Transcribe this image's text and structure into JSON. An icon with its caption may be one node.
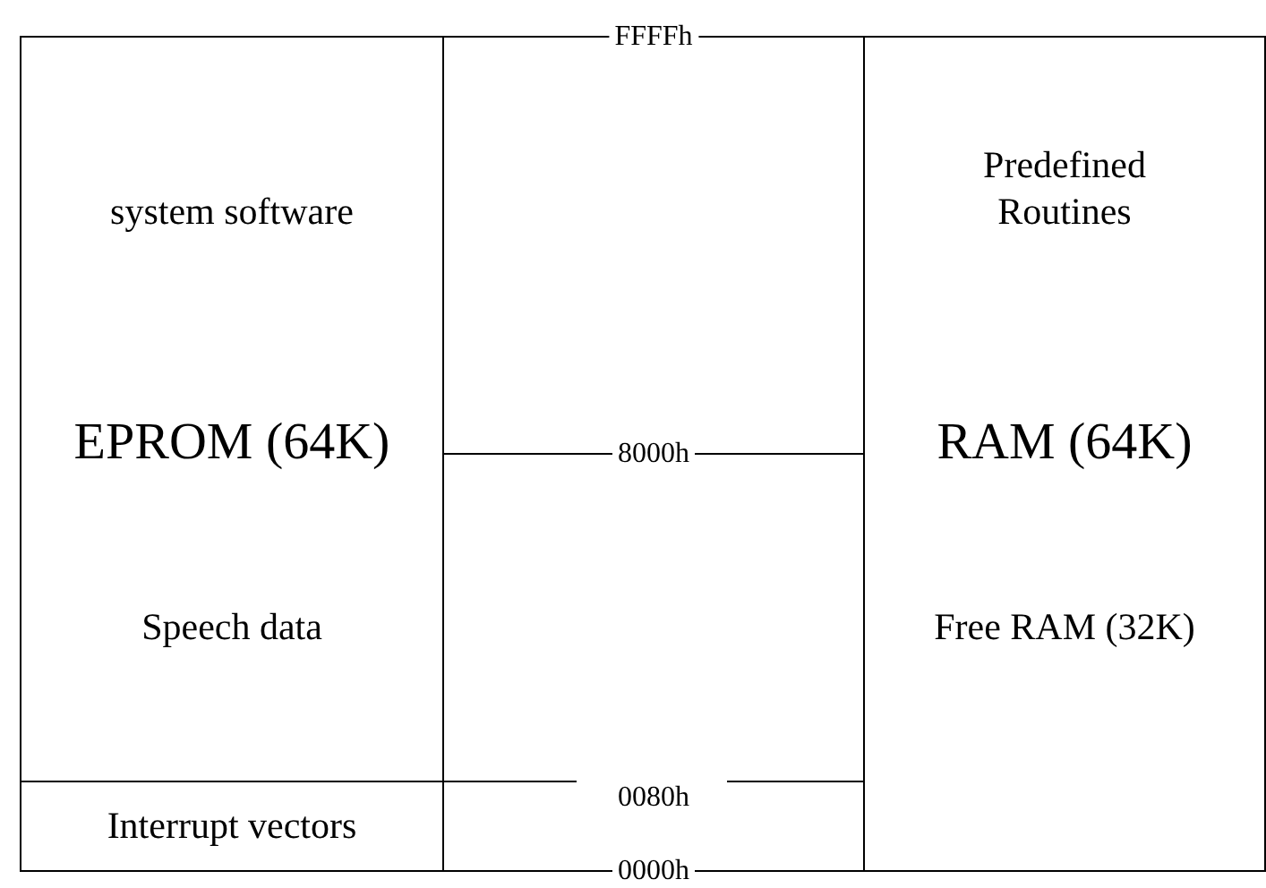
{
  "diagram": {
    "nodes": [
      {
        "text": [
          "system software",
          "EPROM (64K)",
          "Speech data"
        ]
      },
      {
        "text": [
          "Interrupt vectors"
        ],
        "in": 0
      },
      {
        "text": [
          "Predefined Routines",
          "RAM (64K)",
          "Free RAM (32K)"
        ]
      }
    ],
    "edges": [
      {
        "from": 0,
        "to": 2,
        "arrow": "none",
        "label": "FFFFh"
      },
      {
        "from": 0,
        "to": 2,
        "arrow": "none",
        "label": "8000h"
      },
      {
        "from": 1,
        "to": 2,
        "arrow": "none",
        "label": "0000h"
      }
    ],
    "labels": [
      "0080h"
    ]
  }
}
